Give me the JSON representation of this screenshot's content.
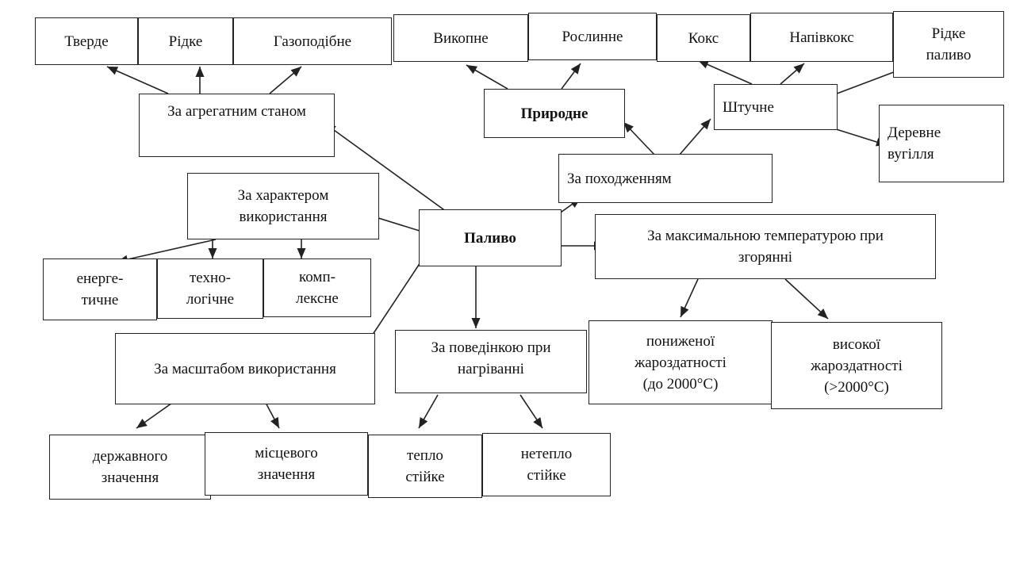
{
  "diagram": {
    "root": "Паливо",
    "categories": {
      "aggregate": "За агрегатним станом",
      "origin": "За походженням",
      "usage": "За характером\nвикористання",
      "temperature": "За максимальною температурою при\nзгорянні",
      "scale": "За масштабом використання",
      "heating": "За поведінкою при\nнагріванні"
    },
    "aggregate_items": {
      "solid": "Тверде",
      "liquid": "Рідке",
      "gaseous": "Газоподібне"
    },
    "origin_items": {
      "natural": "Природне",
      "artificial": "Штучне"
    },
    "natural_items": {
      "fossil": "Викопне",
      "plant": "Рослинне"
    },
    "artificial_items": {
      "coke": "Кокс",
      "semicoke": "Напівкокс",
      "liquid_fuel": "Рідке\nпаливо",
      "charcoal": "Деревне\nвугілля"
    },
    "usage_items": {
      "energy": "енерге-\nтичне",
      "technological": "техно-\nлогічне",
      "complex": "комп-\nлексне"
    },
    "temperature_items": {
      "low": "пониженої\nжароздатності\n(до 2000°С)",
      "high": "високої\nжароздатності\n(>2000°С)"
    },
    "scale_items": {
      "state": "державного\nзначення",
      "local": "місцевого\nзначення"
    },
    "heating_items": {
      "heat_resistant": "тепло\nстійке",
      "non_heat_resistant": "нетепло\nстійке"
    }
  }
}
